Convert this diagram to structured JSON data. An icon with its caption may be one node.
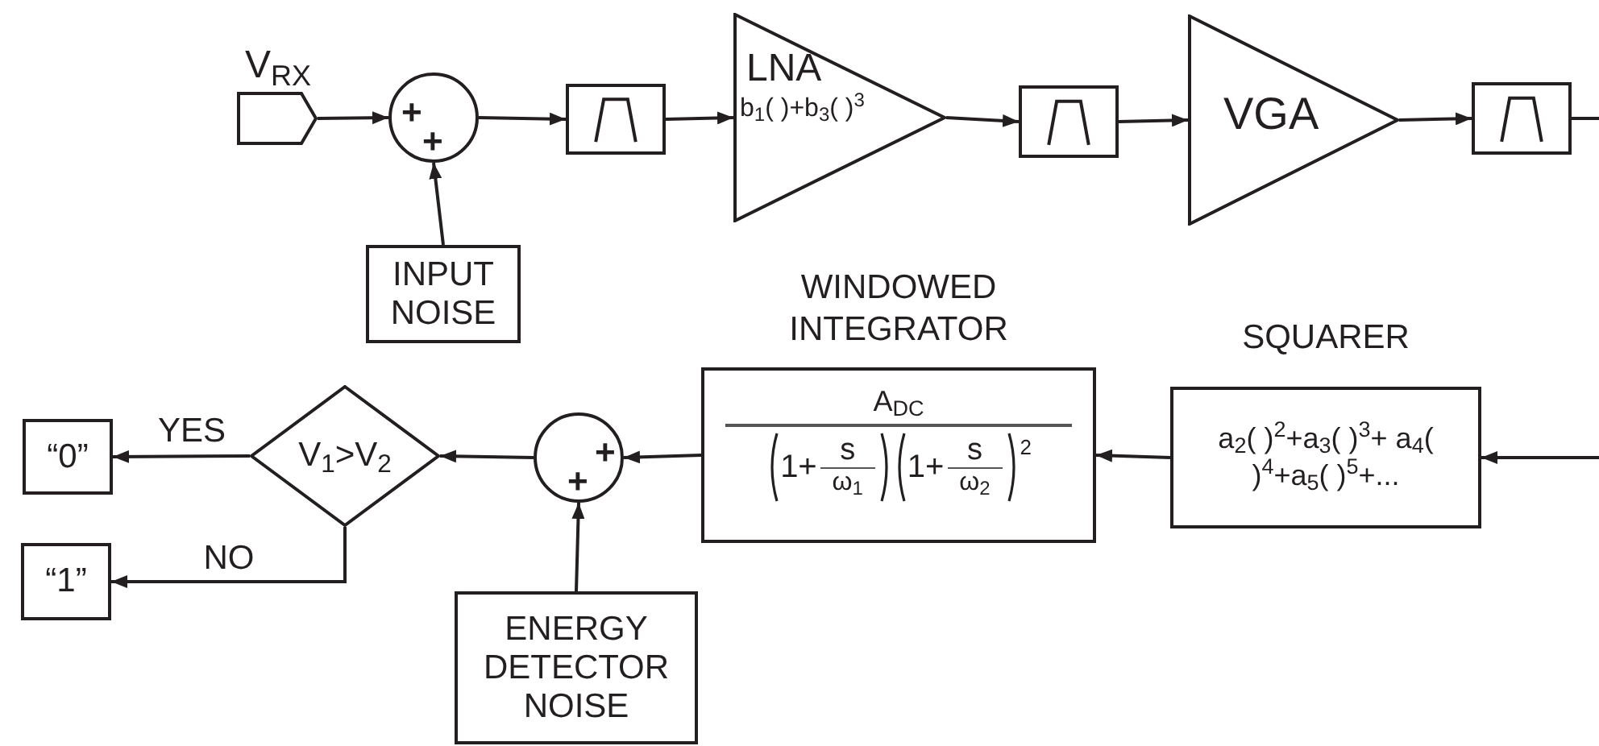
{
  "diagram": {
    "nodes": [
      {
        "text": [
          "V$_{RX}$"
        ]
      },
      {
        "text": [
          "+",
          "+"
        ]
      },
      {
        "text": [
          "INPUT NOISE"
        ]
      },
      {
        "text": [],
        "shape": "box"
      },
      {
        "text": [
          "LNA",
          "b$_{1}$( )+b$_{3}$( )$^{3}$"
        ]
      },
      {
        "text": [],
        "shape": "box"
      },
      {
        "text": [
          "VGA"
        ]
      },
      {
        "text": [],
        "shape": "box"
      },
      {
        "text": [
          "SQUARER",
          "a$_{2}$( )$^{2}$+a$_{3}$( )$^{3}$+ a$_{4}$( )$^{4}$+a$_{5}$( )$^{5}$+..."
        ]
      },
      {
        "text": [
          "WINDOWED INTEGRATOR",
          "A$_{DC}$",
          "1+",
          "s",
          "ω$_{1}$",
          "1+",
          "s",
          "ω$_{2}$",
          "2"
        ]
      },
      {
        "text": [
          "+",
          "+"
        ]
      },
      {
        "text": [
          "ENERGY DETECTOR NOISE"
        ]
      },
      {
        "text": [
          "V$_{1}$>V$_{2}$"
        ]
      },
      {
        "text": [
          "“0”"
        ]
      },
      {
        "text": [
          "“1”"
        ]
      }
    ],
    "edges": [
      {
        "from": 0,
        "to": 1,
        "arrow": "to"
      },
      {
        "from": 2,
        "to": 1,
        "arrow": "to"
      },
      {
        "from": 1,
        "to": 3,
        "arrow": "to"
      },
      {
        "from": 3,
        "to": 4,
        "arrow": "to"
      },
      {
        "from": 4,
        "to": 5,
        "arrow": "to"
      },
      {
        "from": 5,
        "to": 6,
        "arrow": "to"
      },
      {
        "from": 6,
        "to": 7,
        "arrow": "to"
      },
      {
        "from": 7,
        "to": null,
        "arrow": "none"
      },
      {
        "from": null,
        "to": 8,
        "arrow": "to"
      },
      {
        "from": 8,
        "to": 9,
        "arrow": "to"
      },
      {
        "from": 9,
        "to": 10,
        "arrow": "to"
      },
      {
        "from": 11,
        "to": 10,
        "arrow": "to"
      },
      {
        "from": 10,
        "to": 12,
        "arrow": "to"
      },
      {
        "from": 12,
        "to": 13,
        "arrow": "to",
        "label": "YES"
      },
      {
        "from": 12,
        "to": 14,
        "arrow": "to",
        "label": "NO"
      }
    ]
  }
}
